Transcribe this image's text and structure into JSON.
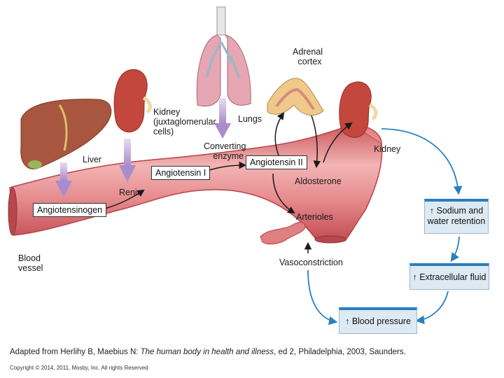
{
  "labels": {
    "liver": "Liver",
    "kidney_jg": [
      "Kidney",
      "(juxtaglomerular",
      "cells)"
    ],
    "lungs": "Lungs",
    "adrenal_cortex": [
      "Adrenal",
      "cortex"
    ],
    "kidney": "Kidney",
    "converting_enzyme": [
      "Converting",
      "enzyme"
    ],
    "renin": "Renin",
    "aldosterone": "Aldosterone",
    "arterioles": "Arterioles",
    "vasoconstriction": "Vasoconstriction",
    "blood_vessel": [
      "Blood",
      "vessel"
    ]
  },
  "boxes": {
    "angiotensinogen": "Angiotensinogen",
    "angiotensin_1": "Angiotensin I",
    "angiotensin_2": "Angiotensin II"
  },
  "outcomes": {
    "sodium": [
      "↑ Sodium and",
      "water retention"
    ],
    "extracellular": "↑ Extracellular fluid",
    "blood_pressure": "↑ Blood pressure"
  },
  "caption": {
    "prefix": "Adapted from Herlihy B, Maebius N: ",
    "title": "The human body in health and illness",
    "suffix": ", ed 2, Philadelphia, 2003, Saunders."
  },
  "copyright": "Copyright © 2014, 2011, Mosby, Inc. All rights Reserved",
  "colors": {
    "vessel": "#e07f82",
    "vessel_light": "#f2b3b3",
    "enzyme_arrow": "#b59ad6",
    "flow_arrow": "#2a7fbf",
    "outcome_box": "#dde9f3"
  }
}
